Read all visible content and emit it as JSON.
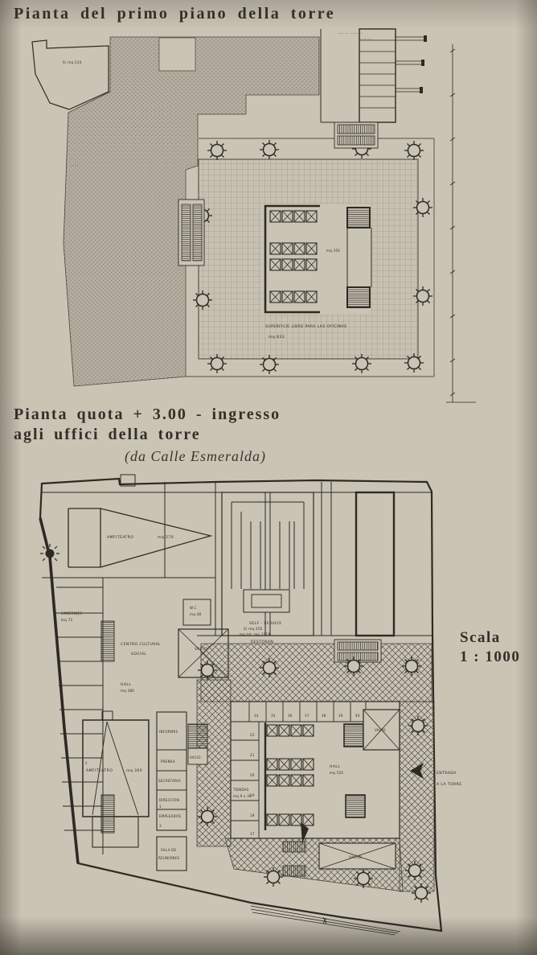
{
  "page": {
    "title": "Pianta del primo piano della torre",
    "caption": {
      "line1": "Pianta quota + 3.00 - ingresso",
      "line2": "agli uffici della torre",
      "subcaption": "(da Calle Esmeralda)"
    },
    "scale": {
      "label": "Scala",
      "value": "1 : 1000"
    },
    "ink_color": "#2e2a23",
    "paper_color": "#cac4b5",
    "shaded_area_color": "#aaa598"
  },
  "plan_top": {
    "labels": {
      "office_area_line": "SUPERFICIE LIBRE PARA LAS OFICINAS",
      "office_area_value": "mq 833",
      "core_area": "mq 350",
      "parcel_label": "S) mq 234",
      "gray_note": "·· ···",
      "topright_annotation": "····· ··· ··········",
      "topright_annotation2": "·· ·· ···"
    }
  },
  "plan_bottom": {
    "rooms": {
      "amfiteatro1": "AMFITEATRO",
      "amfiteatro1_area": "mq 570",
      "camerines": "CAMERINES",
      "camerines_area": "mq 72",
      "wc": "W.C.",
      "wc_area": "mq 48",
      "vacio": "VACIO",
      "centro1": "CENTRO CULTURAL",
      "centro2": "SOCIAL",
      "hall1": "HALL",
      "hall1_area": "mq 380",
      "amfiteatro2": "AMFITEATRO",
      "amfiteatro2_area": "mq 300",
      "n2": "2",
      "n1": "1",
      "n3": "3",
      "informes": "INFORMES",
      "prensa": "PRENSA",
      "secretaria": "SECRETARIA",
      "direccion": "DIRECCION",
      "empleados": "EMPLEADOS",
      "sala1": "SALA DE",
      "sala2": "REUNIONES",
      "tiendas": "TIENDAS",
      "tiendas_dim": "mq 9 x 36",
      "self1": "SELF - SERVICE",
      "self2": "S) mq 356",
      "self3": "mq tot. mq 1218",
      "restoran": "RESTORAN",
      "hall2": "HALL",
      "hall2_area": "mq 520",
      "entrada1": "ENTRADA",
      "entrada2": "A LA TORRE"
    },
    "shop_numbers_top": [
      "34",
      "35",
      "36",
      "37",
      "38",
      "39",
      "40"
    ],
    "shop_numbers_left": [
      "22",
      "21",
      "20",
      "19",
      "18",
      "17"
    ]
  }
}
